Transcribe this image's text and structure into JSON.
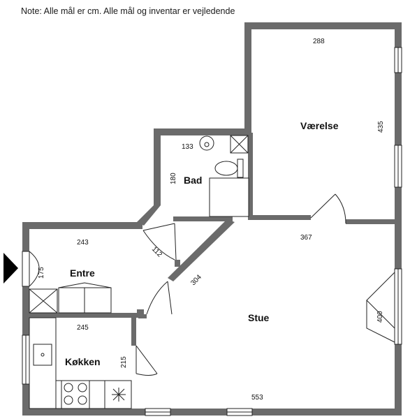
{
  "note": "Note: Alle mål er cm. Alle mål og inventar er vejledende",
  "rooms": {
    "vaerelse": "Værelse",
    "bad": "Bad",
    "entre": "Entre",
    "stue": "Stue",
    "koekken": "Køkken"
  },
  "dimensions": {
    "vaerelse_width": "288",
    "vaerelse_height": "435",
    "bad_width": "133",
    "bad_height": "180",
    "entre_width": "243",
    "entre_height": "175",
    "entre_door": "112",
    "stue_diagonal": "304",
    "stue_top": "367",
    "stue_height": "400",
    "stue_width": "553",
    "koekken_width": "245",
    "koekken_height": "215"
  },
  "colors": {
    "wall": "#6b6b6b",
    "line": "#222222",
    "entrance_marker": "#000000"
  }
}
